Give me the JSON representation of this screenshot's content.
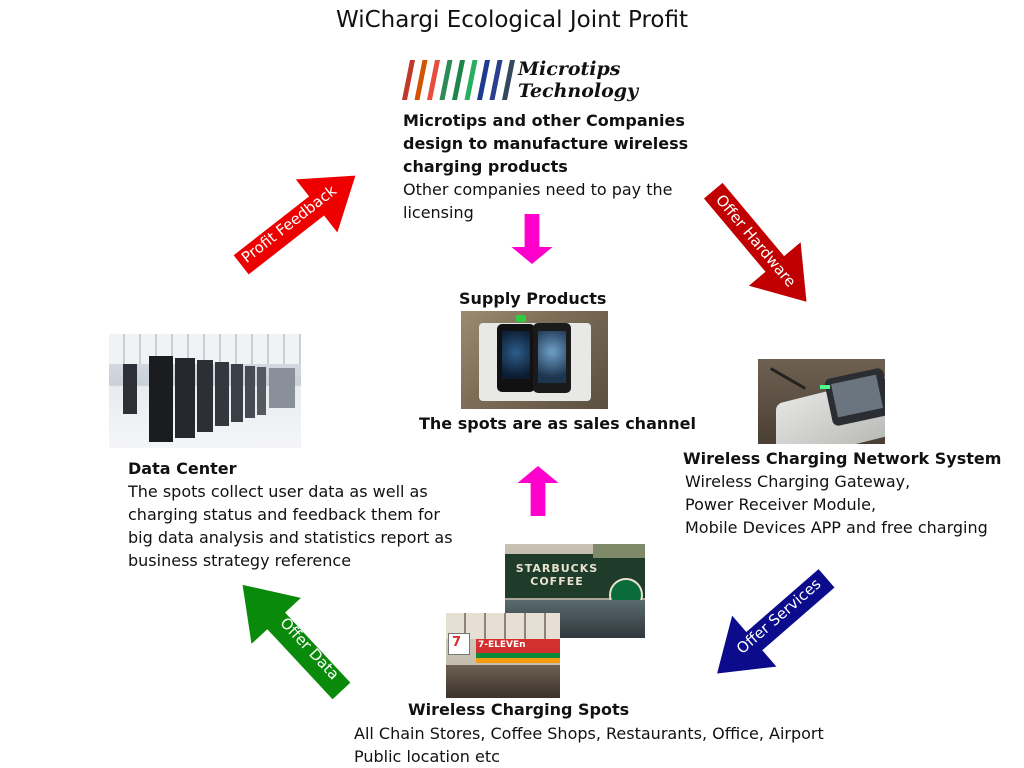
{
  "title": "WiChargi Ecological Joint Profit",
  "logo": {
    "line1": "Microtips",
    "line2": "Technology",
    "stripe_colors": [
      "#c0392b",
      "#d35400",
      "#e74c3c",
      "#2e8b57",
      "#1e8449",
      "#27ae60",
      "#1f3a93",
      "#2c3e8f",
      "#34495e"
    ]
  },
  "microtips": {
    "heading": [
      "Microtips and other Companies",
      "design to manufacture wireless",
      "charging products"
    ],
    "body": [
      "Other companies need to pay the",
      "licensing"
    ]
  },
  "supply": {
    "heading": "Supply Products",
    "caption": "The spots are as sales channel"
  },
  "network": {
    "heading": "Wireless Charging Network System",
    "body": [
      "Wireless Charging Gateway,",
      "Power Receiver Module,",
      "Mobile Devices APP and free charging"
    ]
  },
  "datacenter": {
    "heading": "Data Center",
    "body": [
      "The spots collect user data as well as",
      "charging status and feedback them for",
      "big data analysis and statistics report as",
      "business strategy reference"
    ]
  },
  "spots": {
    "heading": "Wireless Charging Spots",
    "body": [
      "All Chain Stores, Coffee Shops, Restaurants, Office, Airport",
      "Public location etc"
    ],
    "starbucks_sign": "STARBUCKS COFFEE",
    "seven_eleven_sign": "7-ELEVEn"
  },
  "arrows": {
    "profit_feedback": {
      "label": "Profit Feedback",
      "color": "#ee0000"
    },
    "offer_hardware": {
      "label": "Offer Hardware",
      "color": "#c00000"
    },
    "offer_services": {
      "label": "Offer Services",
      "color": "#0b0b8c"
    },
    "offer_data": {
      "label": "Offer Data",
      "color": "#0a8a0a"
    },
    "pink_color": "#ff00cc"
  }
}
